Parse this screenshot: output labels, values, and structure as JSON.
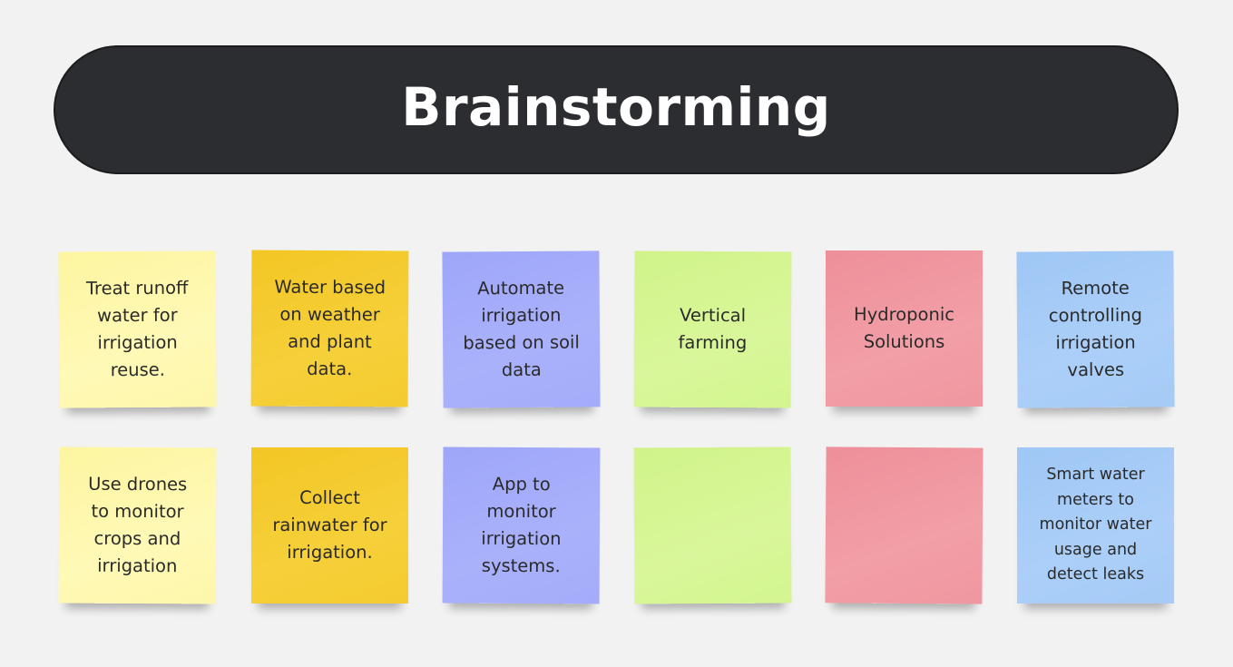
{
  "title": "Brainstorming",
  "colors": {
    "background": "#f2f2f2",
    "title_bar": "#2c2d31",
    "title_text": "#ffffff",
    "yellow": "#fef6a6",
    "gold": "#f4ca2e",
    "violet": "#a4abfa",
    "lime": "#d5f593",
    "pink": "#f097a0",
    "blue": "#a5cbf6"
  },
  "notes": [
    {
      "color": "yellow",
      "text": "Treat runoff water for irrigation reuse."
    },
    {
      "color": "gold",
      "text": "Water based on weather and plant data."
    },
    {
      "color": "violet",
      "text": "Automate irrigation based on soil data"
    },
    {
      "color": "lime",
      "text": "Vertical farming"
    },
    {
      "color": "pink",
      "text": "Hydroponic Solutions"
    },
    {
      "color": "blue",
      "text": "Remote controlling irrigation valves"
    },
    {
      "color": "yellow",
      "text": "Use drones to monitor crops and irrigation"
    },
    {
      "color": "gold",
      "text": "Collect rainwater for irrigation."
    },
    {
      "color": "violet",
      "text": "App to monitor irrigation systems."
    },
    {
      "color": "lime",
      "text": ""
    },
    {
      "color": "pink",
      "text": ""
    },
    {
      "color": "blue",
      "text": "Smart water meters to monitor water usage and detect leaks"
    }
  ]
}
